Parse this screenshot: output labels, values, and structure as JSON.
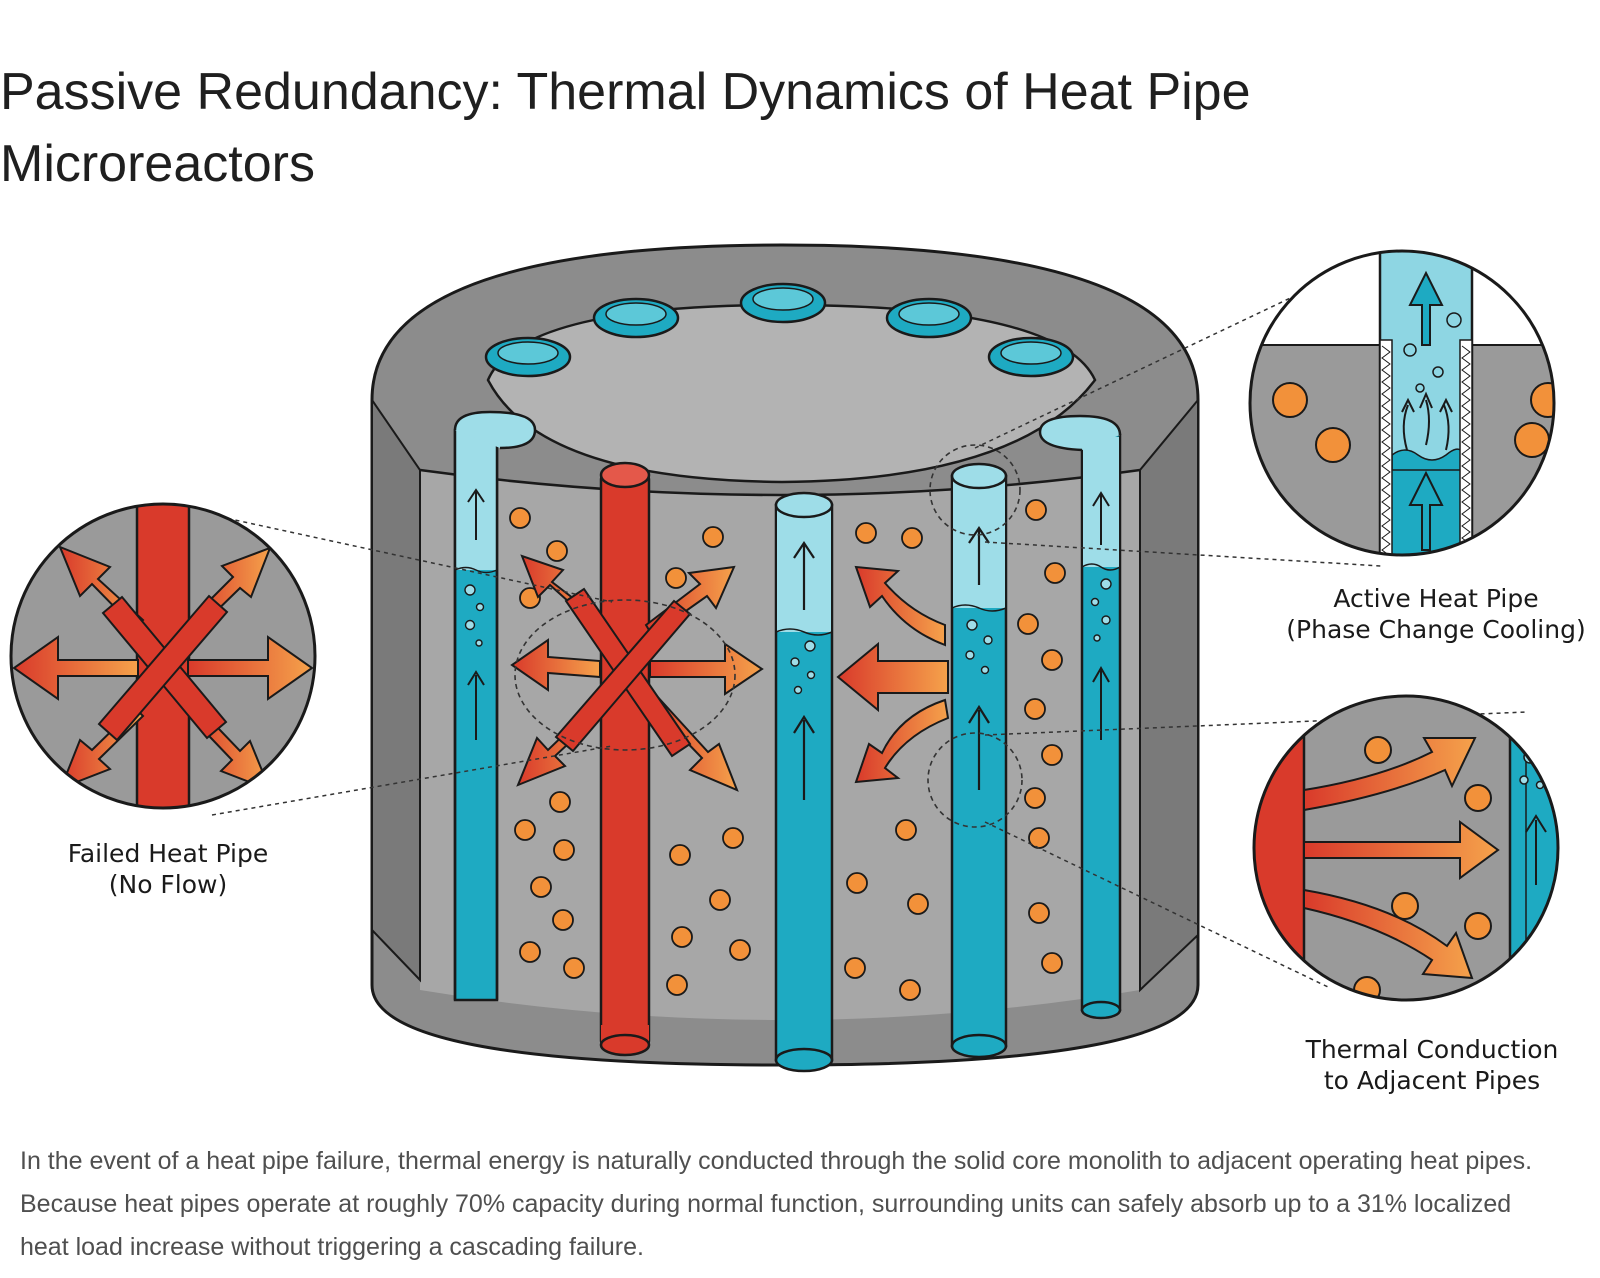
{
  "page": {
    "title": "Passive Redundancy: Thermal Dynamics of Heat Pipe Microreactors",
    "caption": "In the event of a heat pipe failure, thermal energy is naturally conducted through the solid core monolith to adjacent operating heat pipes. Because heat pipes operate at roughly 70% capacity during normal function, surrounding units can safely absorb up to a 31% localized heat load increase without triggering a cascading failure."
  },
  "diagram": {
    "callouts": {
      "failed": {
        "line1": "Failed Heat Pipe",
        "line2": "(No Flow)"
      },
      "active": {
        "line1": "Active Heat Pipe",
        "line2": "(Phase Change Cooling)"
      },
      "conduction": {
        "line1": "Thermal Conduction",
        "line2": "to Adjacent Pipes"
      }
    },
    "colors": {
      "monolith": "#9a9a9a",
      "monolith_dark": "#7d7d7d",
      "active_pipe": "#1eaac2",
      "vapor": "#9edde8",
      "failed_pipe": "#d93a2b",
      "fuel_particle": "#f2913a",
      "heat_arrow_start": "#d93a2b",
      "heat_arrow_end": "#f5a24b"
    },
    "icons": [
      "failed-x-icon",
      "heat-flow-arrow-icon",
      "vapor-flow-arrow-icon",
      "fuel-particle-icon"
    ]
  }
}
